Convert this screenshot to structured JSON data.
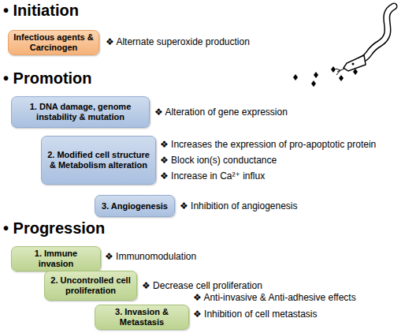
{
  "diagram": {
    "nodes": [
      {
        "text": [
          "Infectious agents & Carcinogen"
        ]
      },
      {
        "text": [
          "1. DNA damage, genome instability & mutation"
        ]
      },
      {
        "text": [
          "2. Modified cell structure & Metabolism alteration"
        ]
      },
      {
        "text": [
          "3. Angiogenesis"
        ]
      },
      {
        "text": [
          "1. Immune invasion"
        ]
      },
      {
        "text": [
          "2. Uncontrolled cell proliferation"
        ]
      },
      {
        "text": [
          "3. Invasion & Metastasis"
        ]
      }
    ],
    "labels": [
      "• Initiation",
      "❖ Alternate superoxide production",
      "• Promotion",
      "❖ Alteration of gene expression",
      "❖ Increases the expression of pro-apoptotic protein",
      "❖ Block ion(s) conductance",
      "❖ Increase in Ca²⁺ influx",
      "❖ Inhibition of angiogenesis",
      "• Progression",
      "❖ Immunomodulation",
      "❖ Decrease cell proliferation",
      "❖ Anti-invasive & Anti-adhesive effects",
      "❖ Inhibition of cell metastasis"
    ]
  }
}
